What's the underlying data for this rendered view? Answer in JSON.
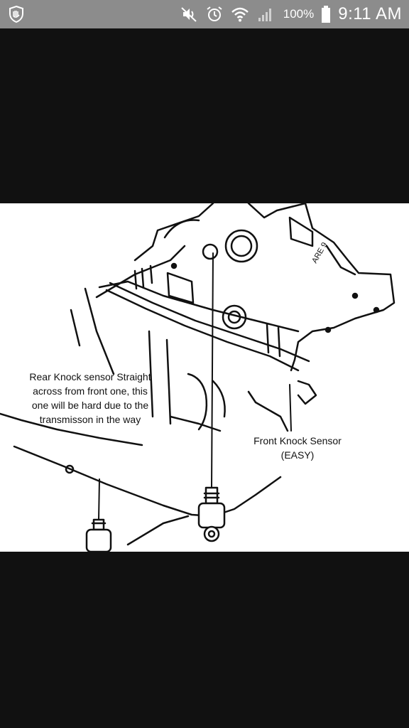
{
  "status_bar": {
    "battery_percent": "100%",
    "time": "9:11 AM",
    "icons": [
      "shield-notification-icon",
      "mute-icon",
      "alarm-clock-icon",
      "wifi-icon",
      "signal-icon",
      "battery-icon"
    ]
  },
  "image_viewer": {
    "annotations": {
      "rear_sensor": "Rear Knock sensor Straight\nacross from front one, this\none will  be hard due to the\ntransmisson in the way",
      "front_sensor": "Front Knock Sensor\n(EASY)"
    },
    "engraved_text": "ARE 9"
  },
  "colors": {
    "status_bar_bg": "#8c8c8c",
    "viewer_bg": "#111111",
    "image_bg": "#ffffff"
  }
}
